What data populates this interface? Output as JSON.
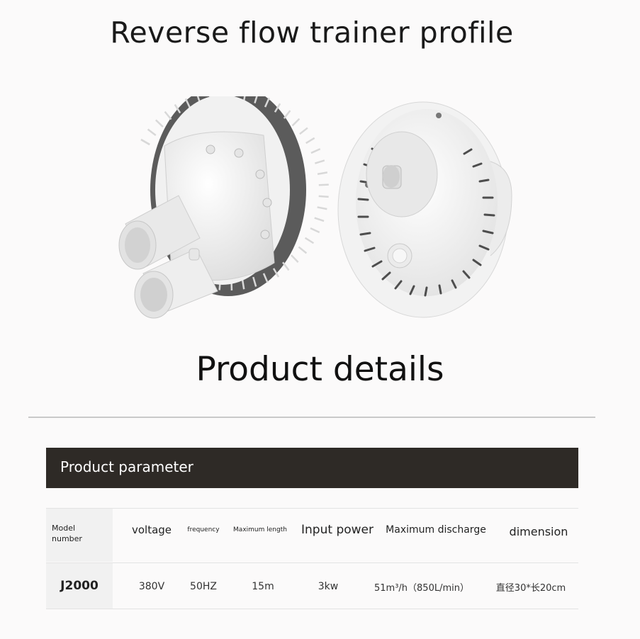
{
  "header": {
    "title": "Reverse flow trainer profile"
  },
  "section": {
    "title": "Product details"
  },
  "parameters": {
    "heading": "Product parameter",
    "columns": [
      "Model number",
      "voltage",
      "frequency",
      "Maximum length",
      "Input power",
      "Maximum discharge",
      "dimension"
    ],
    "row": [
      "J2000",
      "380V",
      "50HZ",
      "15m",
      "3kw",
      "51m³/h（850L/min）",
      "直径30*长20cm"
    ]
  },
  "colors": {
    "bar": "#2e2a26",
    "product": "#f4f4f4",
    "grille": "#555555"
  }
}
